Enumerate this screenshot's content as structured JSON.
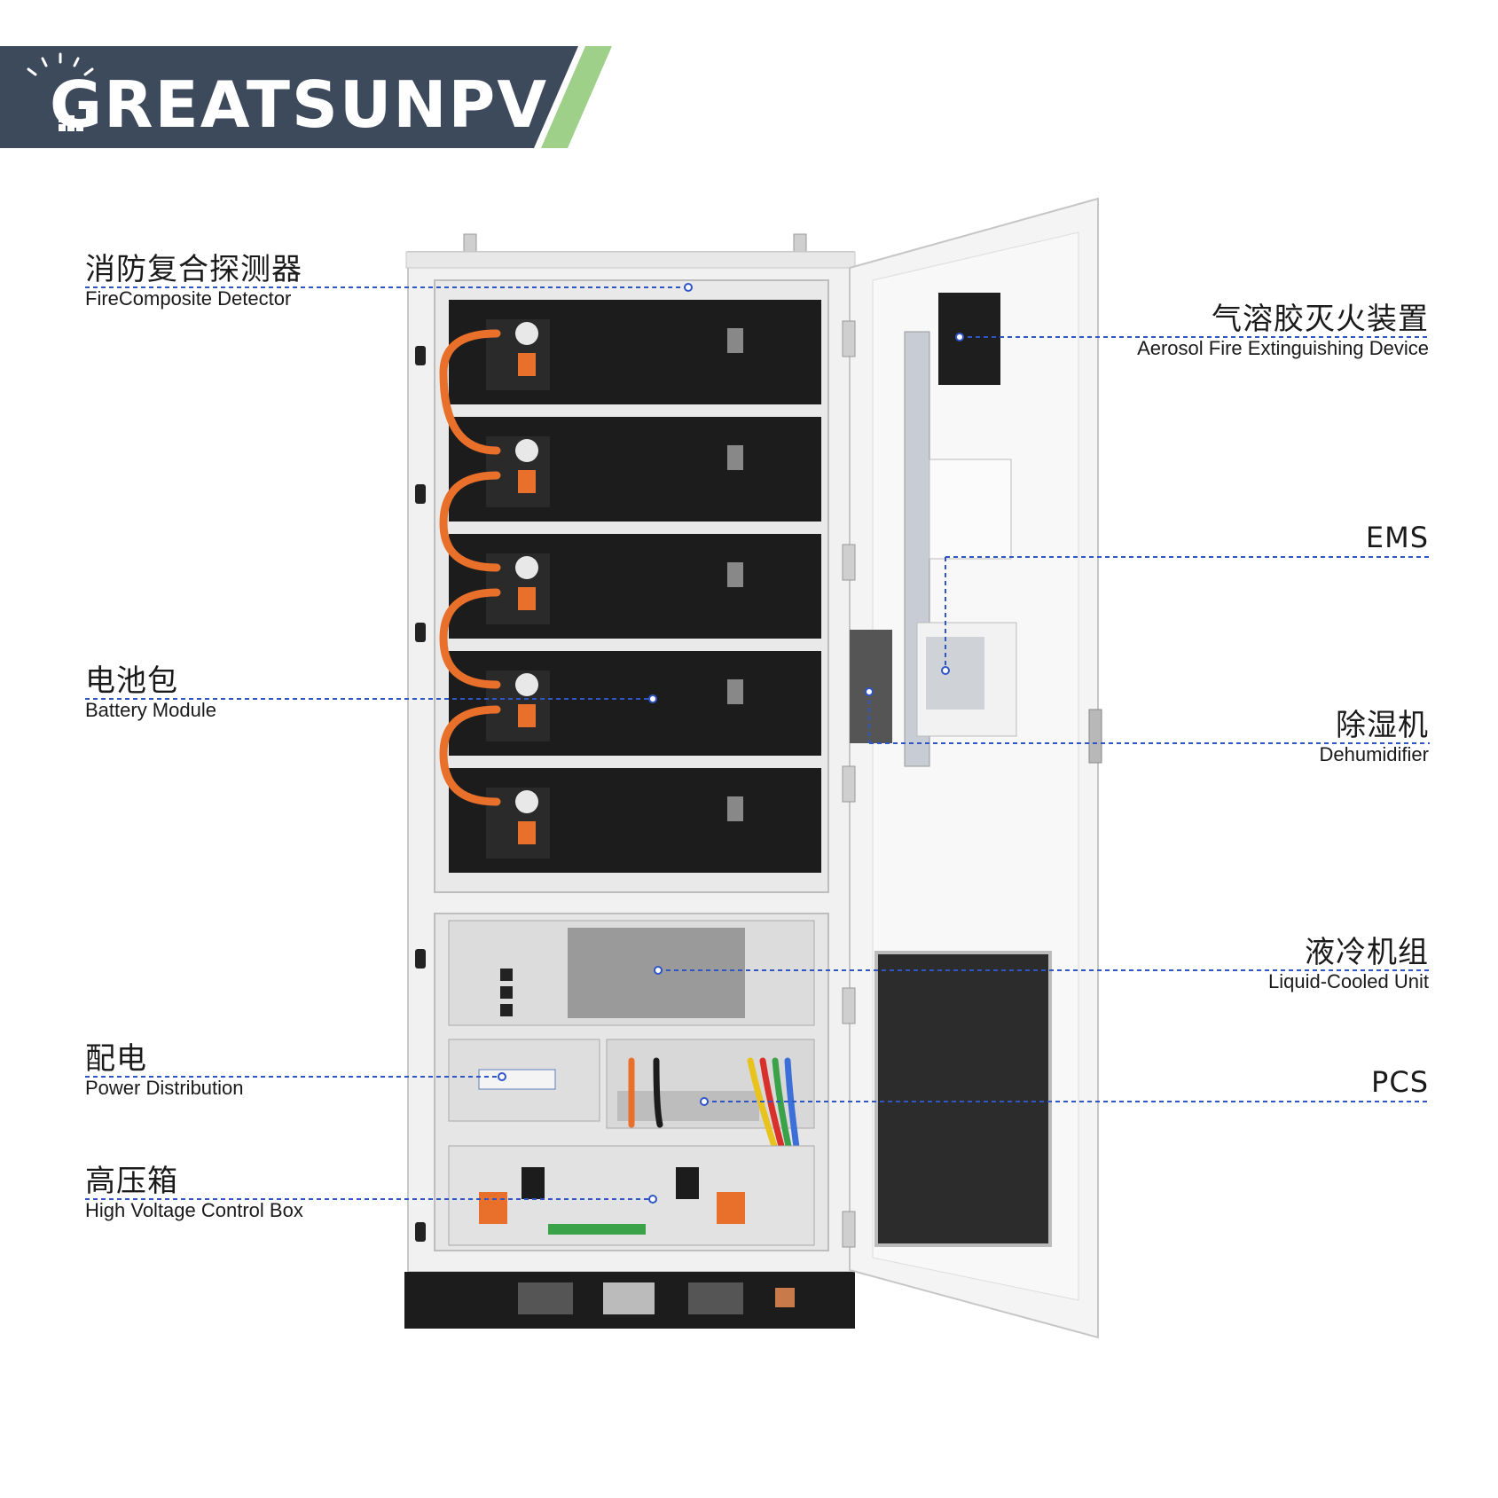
{
  "brand": {
    "name": "GREATSUNPV",
    "colors": {
      "navy": "#3d4a5c",
      "green": "#9fd089"
    }
  },
  "labels": [
    {
      "id": "fire-detector",
      "side": "left",
      "cn": "消防复合探测器",
      "en": "FireComposite Detector"
    },
    {
      "id": "battery-module",
      "side": "left",
      "cn": "电池包",
      "en": "Battery Module"
    },
    {
      "id": "power-distribution",
      "side": "left",
      "cn": "配电",
      "en": "Power Distribution"
    },
    {
      "id": "hv-control-box",
      "side": "left",
      "cn": "高压箱",
      "en": "High Voltage Control Box"
    },
    {
      "id": "aerosol-device",
      "side": "right",
      "cn": "气溶胶灭火装置",
      "en": "Aerosol Fire Extinguishing Device"
    },
    {
      "id": "ems",
      "side": "right",
      "cn": "",
      "en": "EMS"
    },
    {
      "id": "dehumidifier",
      "side": "right",
      "cn": "除湿机",
      "en": "Dehumidifier"
    },
    {
      "id": "liquid-cooled-unit",
      "side": "right",
      "cn": "液冷机组",
      "en": "Liquid-Cooled Unit"
    },
    {
      "id": "pcs",
      "side": "right",
      "cn": "",
      "en": "PCS"
    }
  ],
  "colors": {
    "leader": "#2f55c8",
    "cabinet": "#f1f1f1",
    "battery": "#1c1c1c",
    "cable": "#e8702a"
  }
}
